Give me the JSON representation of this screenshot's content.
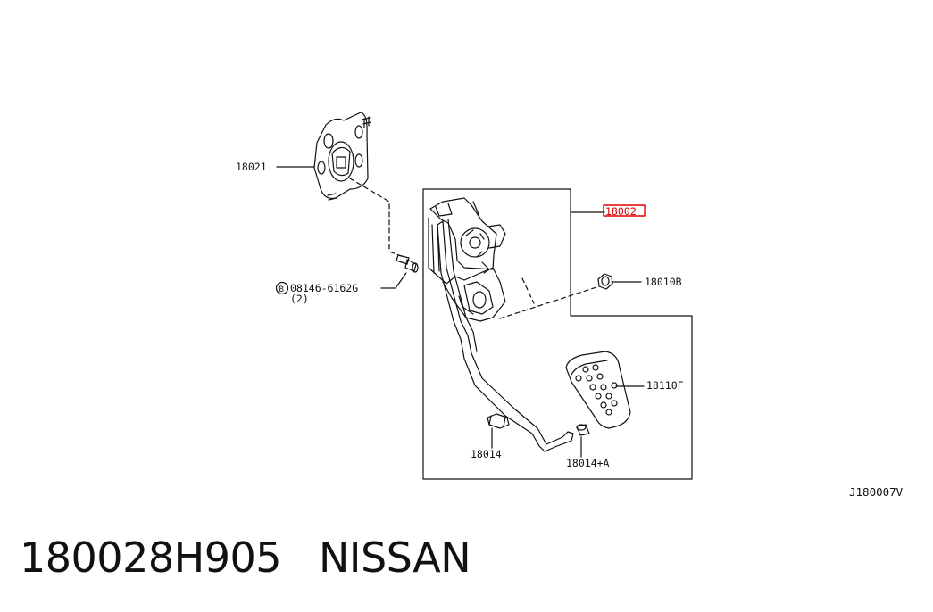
{
  "diagram": {
    "drawing_code": "J180007V",
    "callouts": {
      "bracket": "18021",
      "pedal_assembly": "18002",
      "nut": "18010B",
      "pedal_pad": "18110F",
      "stopper": "18014",
      "stopper_a": "18014+A",
      "bolt_badge": "B",
      "bolt": "08146-6162G",
      "bolt_qty": "(2)"
    },
    "highlight_color": "#e00000"
  },
  "footer": {
    "part_number": "180028H905",
    "brand": "NISSAN"
  }
}
